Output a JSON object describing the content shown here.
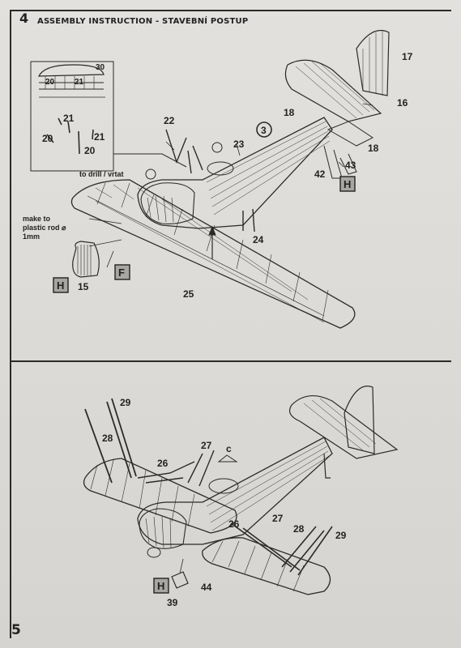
{
  "header": {
    "step_number": "4",
    "title": "ASSEMBLY INSTRUCTION - STAVEBNÍ POSTUP"
  },
  "page_number": "5",
  "notes": {
    "plastic_rod": "make to plastic rod ⌀ 1mm",
    "drill": "to drill / vrtat"
  },
  "top_step": {
    "inset_labels": [
      "30",
      "20",
      "21",
      "21",
      "20",
      "21",
      "20"
    ],
    "part_labels": [
      "17",
      "16",
      "18",
      "18",
      "22",
      "23",
      "42",
      "43",
      "24",
      "25",
      "15"
    ],
    "marker": "3",
    "badges": [
      "H",
      "F",
      "H"
    ]
  },
  "bottom_step": {
    "part_labels": [
      "29",
      "28",
      "27",
      "26",
      "c",
      "26",
      "27",
      "28",
      "29",
      "44",
      "39"
    ],
    "badges": [
      "H"
    ]
  }
}
